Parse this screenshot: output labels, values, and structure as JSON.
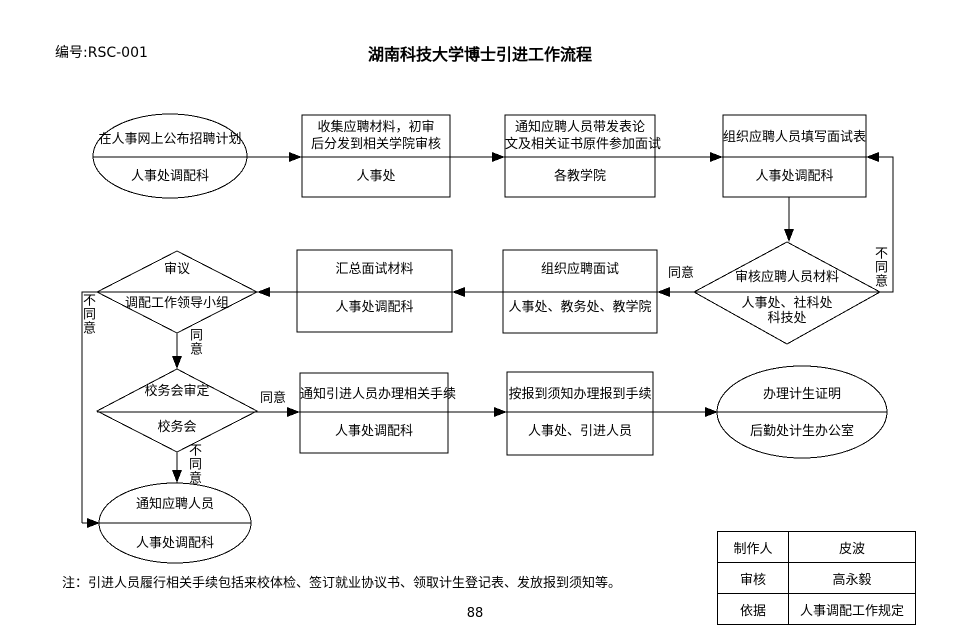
{
  "header": {
    "doc_number": "编号:RSC-001",
    "title": "湖南科技大学博士引进工作流程"
  },
  "nodes": {
    "publish": {
      "l1": "在人事网上公布招聘计划",
      "l2": "人事处调配科"
    },
    "collect": {
      "l1": "收集应聘材料，初审",
      "l2": "后分发到相关学院审核",
      "l3": "人事处"
    },
    "notify_candidates": {
      "l1": "通知应聘人员带发表论",
      "l2": "文及相关证书原件参加面试",
      "l3": "各教学院"
    },
    "fill_form": {
      "l1": "组织应聘人员填写面试表",
      "l2": "人事处调配科"
    },
    "review": {
      "l1": "审核应聘人员材料",
      "l2": "人事处、社科处",
      "l3": "科技处"
    },
    "interview": {
      "l1": "组织应聘面试",
      "l2": "人事处、教务处、教学院"
    },
    "summary": {
      "l1": "汇总面试材料",
      "l2": "人事处调配科"
    },
    "deliberation": {
      "l1": "审议",
      "l2": "调配工作领导小组"
    },
    "council": {
      "l1": "校务会审定",
      "l2": "校务会"
    },
    "notify_hired": {
      "l1": "通知引进人员办理相关手续",
      "l2": "人事处调配科"
    },
    "checkin": {
      "l1": "按报到须知办理报到手续",
      "l2": "人事处、引进人员"
    },
    "birth_cert": {
      "l1": "办理计生证明",
      "l2": "后勤处计生办公室"
    },
    "notify_applicants": {
      "l1": "通知应聘人员",
      "l2": "人事处调配科"
    }
  },
  "labels": {
    "agree": "同意",
    "disagree": "不同意"
  },
  "note": "注：引进人员履行相关手续包括来校体检、签订就业协议书、领取计生登记表、发放报到须知等。",
  "page_number": "88",
  "info_table": {
    "rows": [
      {
        "label": "制作人",
        "value": "皮波"
      },
      {
        "label": "审核",
        "value": "高永毅"
      },
      {
        "label": "依据",
        "value": "人事调配工作规定"
      }
    ]
  },
  "colors": {
    "line": "#000000",
    "background": "#ffffff"
  }
}
